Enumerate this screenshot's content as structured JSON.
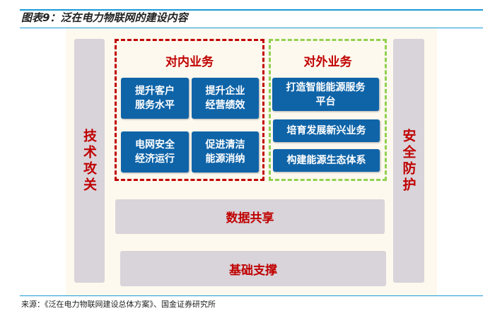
{
  "title": "图表9：泛在电力物联网的建设内容",
  "left_column": "技术攻关",
  "right_column": "安全防护",
  "internal": {
    "title": "对内业务",
    "items": [
      "提升客户服务水平",
      "提升企业经营绩效",
      "电网安全经济运行",
      "促进清洁能源消纳"
    ],
    "lines": [
      [
        "提升客户",
        "服务水平"
      ],
      [
        "提升企业",
        "经营绩效"
      ],
      [
        "电网安全",
        "经济运行"
      ],
      [
        "促进清洁",
        "能源消纳"
      ]
    ]
  },
  "external": {
    "title": "对外业务",
    "items": [
      "打造智能能源服务平台",
      "培育发展新兴业务",
      "构建能源生态体系"
    ],
    "first_lines": [
      "打造智能能源服务",
      "平台"
    ]
  },
  "data_share": "数据共享",
  "foundation": "基础支撑",
  "source": "来源：《泛在电力物联网建设总体方案》、国金证券研究所",
  "colors": {
    "accent_red": "#c00000",
    "accent_green": "#92d050",
    "box_blue": "#0f64a8",
    "rule_blue": "#1a9ad6"
  }
}
